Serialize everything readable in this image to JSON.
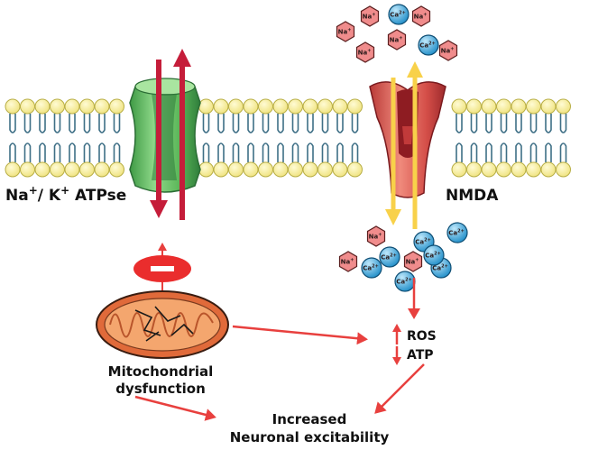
{
  "labels": {
    "pump": {
      "main": "Na",
      "sup1": "+",
      "sep": "/ K",
      "sup2": "+",
      "rest": " ATPse"
    },
    "nmda": "NMDA",
    "mito_line1": "Mitochondrial",
    "mito_line2": "dysfunction",
    "ros": "ROS",
    "atp": "ATP",
    "outcome_line1": "Increased",
    "outcome_line2": "Neuronal excitability",
    "inhibit": "–"
  },
  "ions": {
    "na_text": "Na",
    "na_sup": "+",
    "ca_text": "Ca",
    "ca_sup": "2+"
  },
  "colors": {
    "membrane_head": "#f6ef9c",
    "membrane_head_stroke": "#b8ae45",
    "lipid_tail": "#3e6f86",
    "pump_body": "#6fc46a",
    "pump_dark": "#2e8040",
    "nmda_body": "#d9574f",
    "nmda_dark": "#8e1c22",
    "arrow_red": "#e8403e",
    "pump_arrow": "#c51d3a",
    "nmda_arrow": "#f8d14a",
    "na_ion": "#f08c8c",
    "ca_ion": "#35a6de",
    "mito_outer": "#e06a3a",
    "mito_inner": "#f4a66e",
    "inhibit": "#ea2d2d"
  }
}
